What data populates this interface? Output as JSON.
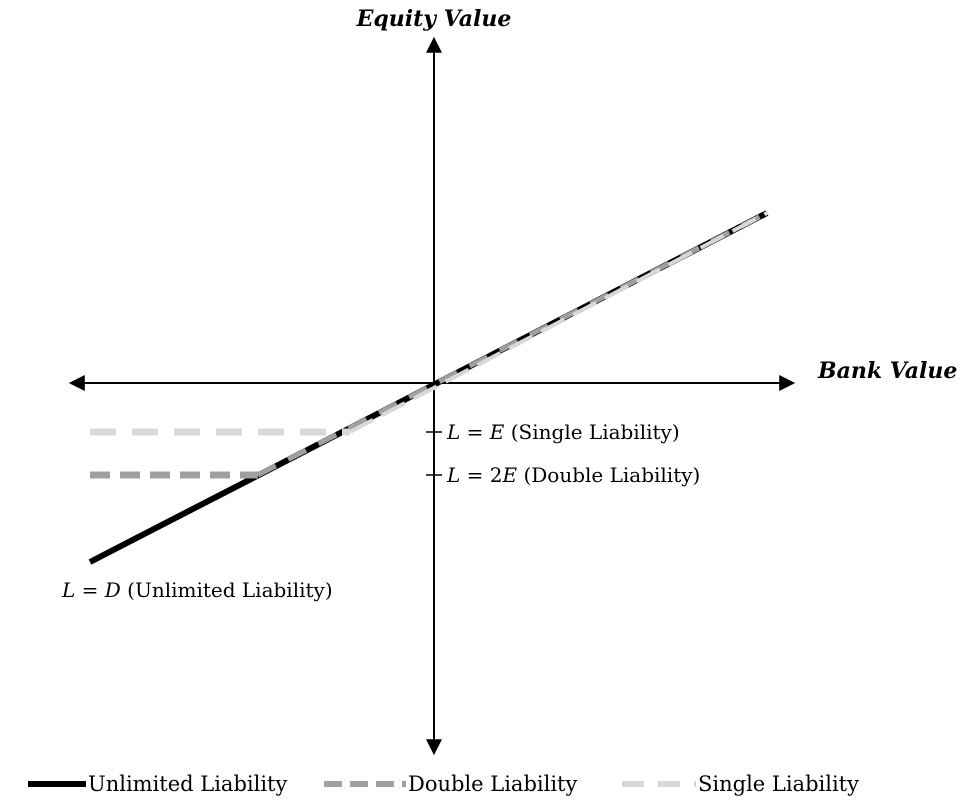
{
  "axes": {
    "y_title": "Equity Value",
    "x_title": "Bank Value"
  },
  "labels": {
    "single": {
      "math_left": "L",
      "equals": " = ",
      "math_right": "E",
      "text": " (Single Liability)"
    },
    "double": {
      "math_left": "L",
      "equals": " = 2",
      "math_right": "E",
      "text": " (Double Liability)"
    },
    "unlimited": {
      "math_left": "L",
      "equals": " = ",
      "math_right": "D",
      "text": " (Unlimited Liability)"
    }
  },
  "legend": [
    {
      "label": "Unlimited Liability",
      "color": "#000000",
      "style": "solid"
    },
    {
      "label": "Double Liability",
      "color": "#a0a0a0",
      "style": "dashed"
    },
    {
      "label": "Single Liability",
      "color": "#d8d8d8",
      "style": "dashed"
    }
  ],
  "colors": {
    "unlimited": "#000000",
    "double": "#a0a0a0",
    "single": "#d8d8d8",
    "axis": "#000000"
  }
}
